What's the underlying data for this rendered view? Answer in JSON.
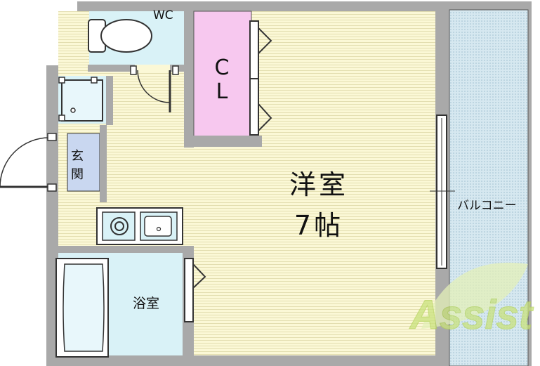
{
  "labels": {
    "wc": "WC",
    "closet_c": "C",
    "closet_l": "L",
    "entrance_1": "玄",
    "entrance_2": "関",
    "room_name": "洋室",
    "room_size": "7帖",
    "balcony": "バルコニー",
    "bathroom": "浴室",
    "watermark": "Assist"
  },
  "colors": {
    "wall": "#a9a9a9",
    "western_room": "#fbf8d6",
    "wet_area": "#d9f2f7",
    "closet": "#f7c8ef",
    "entrance": "#c9d7f0",
    "balcony": "#cfe4ee",
    "watermark": "#c9e27c"
  },
  "icons": [
    "toilet-icon",
    "gas-stove-icon",
    "sink-icon",
    "bathtub-icon",
    "shower-pan-icon",
    "door-swing-icon",
    "sliding-door-icon"
  ]
}
